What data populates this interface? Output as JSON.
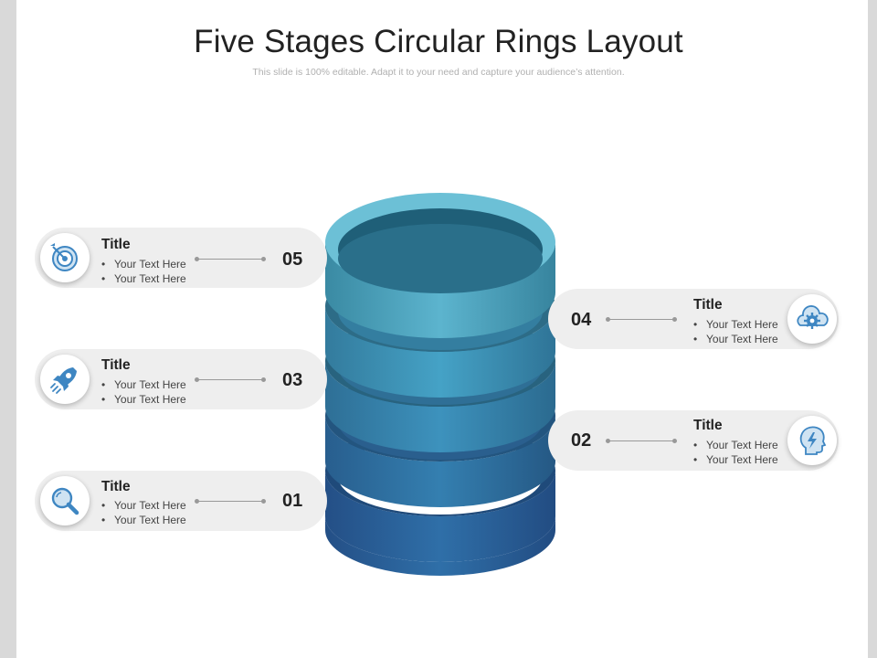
{
  "title": "Five Stages Circular Rings Layout",
  "subtitle": "This slide is 100% editable. Adapt it to your need and capture your audience’s attention.",
  "stages": [
    {
      "number": "05",
      "title": "Title",
      "lines": [
        "Your Text Here",
        "Your Text Here"
      ],
      "icon": "target-icon"
    },
    {
      "number": "04",
      "title": "Title",
      "lines": [
        "Your Text Here",
        "Your Text Here"
      ],
      "icon": "gear-cloud-icon"
    },
    {
      "number": "03",
      "title": "Title",
      "lines": [
        "Your Text Here",
        "Your Text Here"
      ],
      "icon": "rocket-icon"
    },
    {
      "number": "02",
      "title": "Title",
      "lines": [
        "Your Text Here",
        "Your Text Here"
      ],
      "icon": "head-lightning-icon"
    },
    {
      "number": "01",
      "title": "Title",
      "lines": [
        "Your Text Here",
        "Your Text Here"
      ],
      "icon": "magnifier-icon"
    }
  ],
  "colors": {
    "ring_top": "#5fb3c9",
    "ring_mid": "#3c95c0",
    "ring_bottom": "#2d6fa9",
    "icon_accent": "#3e86c2",
    "card_bg": "#eeeeee"
  }
}
